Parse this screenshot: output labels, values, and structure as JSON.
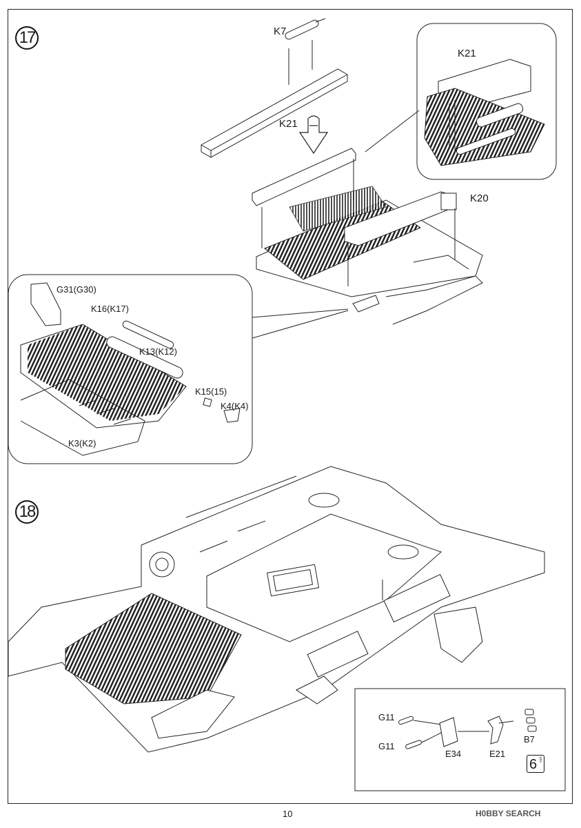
{
  "step17": {
    "number": "17",
    "labels": {
      "k7": "K7",
      "k21_main": "K21",
      "k21_callout": "K21",
      "k20": "K20",
      "g31": "G31(G30)",
      "k16": "K16(K17)",
      "k13": "K13(K12)",
      "k15": "K15(15)",
      "k4": "K4(K4)",
      "k3": "K3(K2)"
    }
  },
  "step18": {
    "number": "18",
    "labels": {
      "g11_top": "G11",
      "g11_bottom": "G11",
      "e34": "E34",
      "e21": "E21",
      "b7": "B7"
    },
    "badge": {
      "value": "6",
      "side_text": "pcs"
    }
  },
  "footer": {
    "page_number": "10",
    "watermark": "H0BBY SEARCH"
  }
}
